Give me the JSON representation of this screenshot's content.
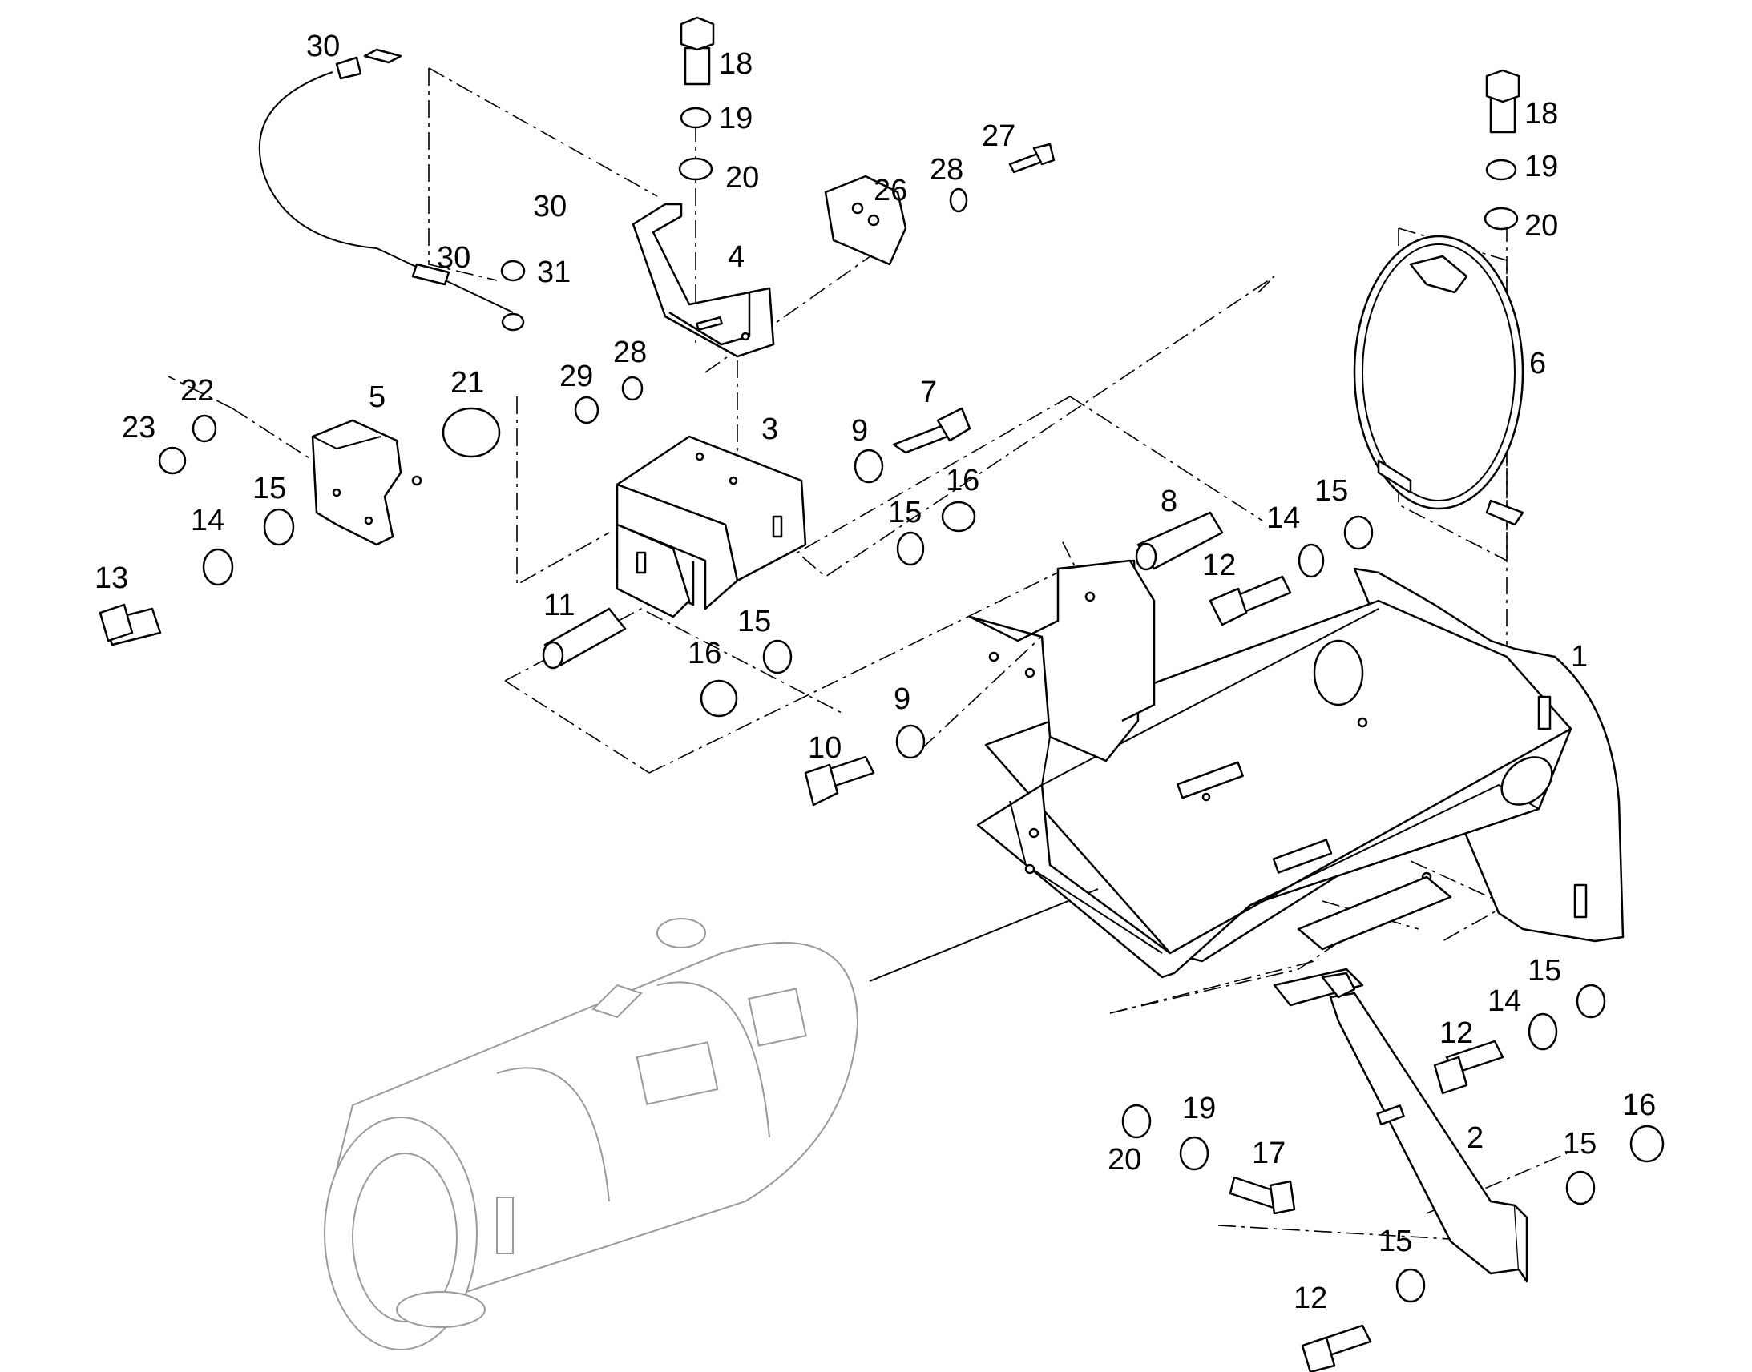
{
  "callouts": [
    "1",
    "2",
    "3",
    "4",
    "5",
    "6",
    "7",
    "8",
    "9",
    "10",
    "11",
    "12",
    "13",
    "14",
    "15",
    "16",
    "17",
    "18",
    "19",
    "20",
    "21",
    "22",
    "23",
    "26",
    "27",
    "28",
    "29",
    "30",
    "31"
  ]
}
